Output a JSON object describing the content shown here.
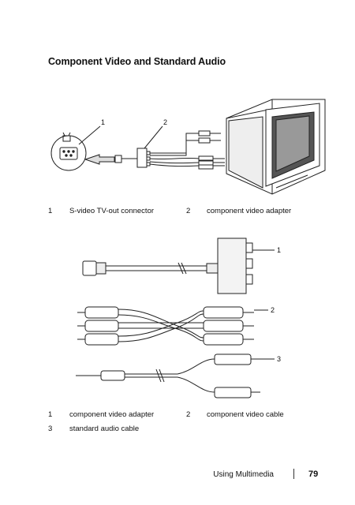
{
  "heading": "Component Video and Standard Audio",
  "figure1": {
    "callouts": [
      "1",
      "2"
    ],
    "legend": [
      {
        "num": "1",
        "text": "S-video TV-out connector"
      },
      {
        "num": "2",
        "text": "component video adapter"
      }
    ]
  },
  "figure2": {
    "callouts": [
      "1",
      "2",
      "3"
    ],
    "legend": [
      {
        "num": "1",
        "text": "component video adapter"
      },
      {
        "num": "2",
        "text": "component video cable"
      },
      {
        "num": "3",
        "text": "standard audio cable"
      }
    ]
  },
  "footer": {
    "section": "Using Multimedia",
    "page": "79"
  }
}
